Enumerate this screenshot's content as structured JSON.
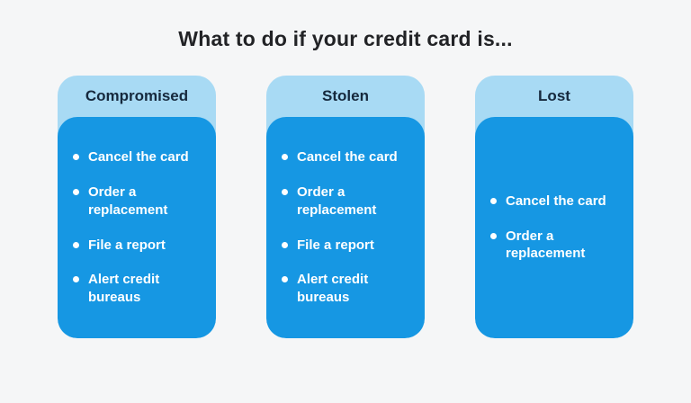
{
  "title": "What to do if your credit card is...",
  "colors": {
    "background": "#f5f6f7",
    "card_header_bg": "#a8daf4",
    "card_body_bg": "#1697e3",
    "header_text": "#16293d",
    "body_text": "#ffffff",
    "title_text": "#222326",
    "bullet": "#ffffff"
  },
  "cards": [
    {
      "label": "Compromised",
      "items": [
        "Cancel the card",
        "Order a replacement",
        "File a report",
        "Alert credit bureaus"
      ]
    },
    {
      "label": "Stolen",
      "items": [
        "Cancel the card",
        "Order a replacement",
        "File a report",
        "Alert credit bureaus"
      ]
    },
    {
      "label": "Lost",
      "items": [
        "Cancel the card",
        "Order a replacement"
      ]
    }
  ]
}
